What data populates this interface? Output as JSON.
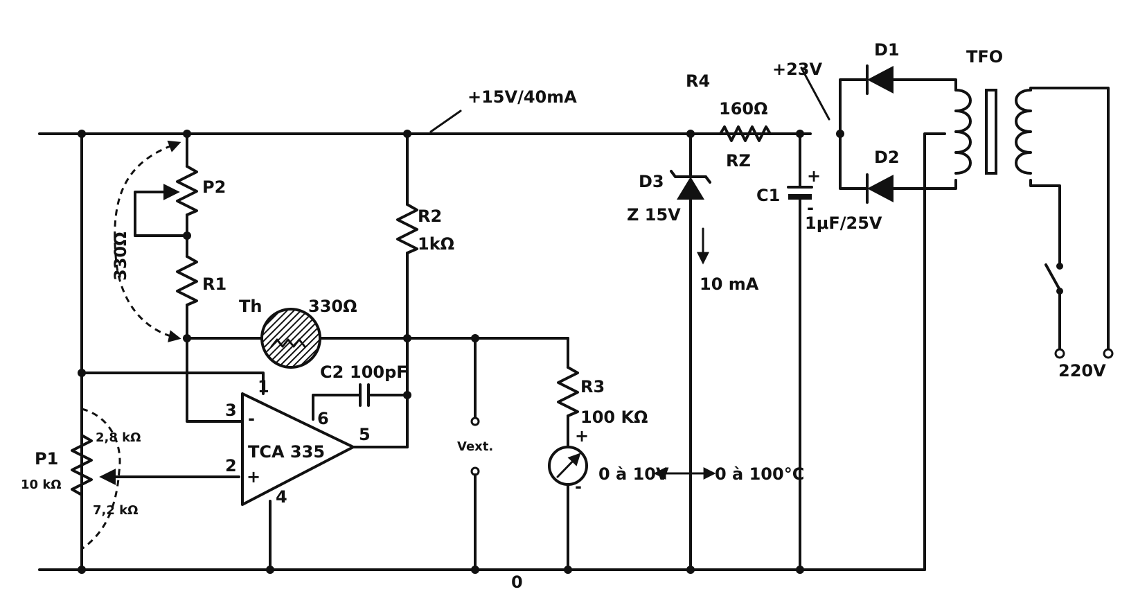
{
  "labels": {
    "supply": "+15V/40mA",
    "r4": "R4",
    "r4_value": "160Ω",
    "rz": "RZ",
    "plus23": "+23V",
    "d1": "D1",
    "d2": "D2",
    "d3": "D3",
    "d3_value": "Z 15V",
    "d3_current": "10 mA",
    "tfo": "TFO",
    "c1": "C1",
    "c1_value": "1μF/25V",
    "c1_plus": "+",
    "c1_minus": "-",
    "mains": "220V",
    "p2": "P2",
    "r1": "R1",
    "p2r1_range": "330Ω",
    "r2": "R2",
    "r2_value": "1kΩ",
    "th": "Th",
    "th_value": "330Ω",
    "c2": "C2",
    "c2_value": "100pF",
    "opamp": "TCA 335",
    "pin1": "1",
    "pin2": "2",
    "pin3": "3",
    "pin4": "4",
    "pin5": "5",
    "pin6": "6",
    "pin_minus": "-",
    "pin_plus": "+",
    "p1": "P1",
    "p1_value": "10 kΩ",
    "p1_upper": "2,8 kΩ",
    "p1_lower": "7,2 kΩ",
    "vext": "Vext.",
    "r3": "R3",
    "r3_value": "100 KΩ",
    "meter_plus": "+",
    "meter_minus": "-",
    "scale_volts": "0 à 10V",
    "scale_temp": "0 à 100°C",
    "ground": "0"
  }
}
